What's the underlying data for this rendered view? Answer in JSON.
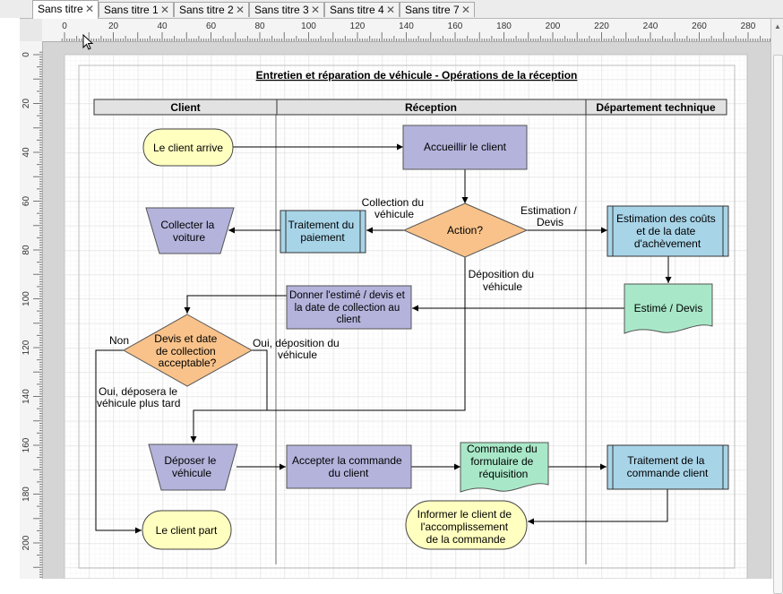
{
  "tabs": [
    {
      "label": "Sans titre"
    },
    {
      "label": "Sans titre 1"
    },
    {
      "label": "Sans titre 2"
    },
    {
      "label": "Sans titre 3"
    },
    {
      "label": "Sans titre 4"
    },
    {
      "label": "Sans titre 7"
    }
  ],
  "close_glyph": "✕",
  "ruler": {
    "horizontal_labels": [
      "0",
      "20",
      "40",
      "60",
      "80",
      "100",
      "120",
      "140",
      "160",
      "180",
      "200",
      "220",
      "240",
      "260",
      "280"
    ],
    "vertical_labels": [
      "0",
      "20",
      "40",
      "60",
      "80",
      "100",
      "120",
      "140",
      "160",
      "180",
      "200"
    ]
  },
  "diagram": {
    "title": "Entretien et réparation de véhicule - Opérations de la réception",
    "lanes": {
      "client": "Client",
      "reception": "Réception",
      "technique": "Département technique"
    },
    "nodes": {
      "client_arrive": [
        "Le client arrive"
      ],
      "accueillir": [
        "Accueillir le client"
      ],
      "action": [
        "Action?"
      ],
      "paiement": [
        "Traitement du",
        "paiement"
      ],
      "collecter": [
        "Collecter la",
        "voiture"
      ],
      "estimation": [
        "Estimation des coûts",
        "et de la date",
        "d'achèvement"
      ],
      "estime_devis": [
        "Estimé / Devis"
      ],
      "donner": [
        "Donner l'estimé / devis et",
        "la date de collection au",
        "client"
      ],
      "devis_ok": [
        "Devis et date",
        "de collection",
        "acceptable?"
      ],
      "deposer": [
        "Déposer le",
        "véhicule"
      ],
      "accepter": [
        "Accepter la commande",
        "du client"
      ],
      "commande": [
        "Commande du",
        "formulaire de",
        "réquisition"
      ],
      "traitement_cmd": [
        "Traitement de la",
        "commande client"
      ],
      "client_part": [
        "Le client part"
      ],
      "informer": [
        "Informer le client de",
        "l'accomplissement",
        "de la commande"
      ]
    },
    "edge_labels": {
      "collection": [
        "Collection du",
        "véhicule"
      ],
      "estimation_devis": [
        "Estimation /",
        "Devis"
      ],
      "deposition": [
        "Déposition du",
        "véhicule"
      ],
      "non": [
        "Non"
      ],
      "oui_deposition": [
        "Oui, déposition du",
        "véhicule"
      ],
      "oui_plus_tard": [
        "Oui, déposera le",
        "véhicule plus tard"
      ]
    }
  },
  "colors": {
    "rounded": "#ffffc0",
    "process": "#b3b3dc",
    "decision": "#f8c28a",
    "subprocess": "#a8d4e8",
    "document": "#a8e8c8",
    "lane_header": "#e2e2e2"
  }
}
